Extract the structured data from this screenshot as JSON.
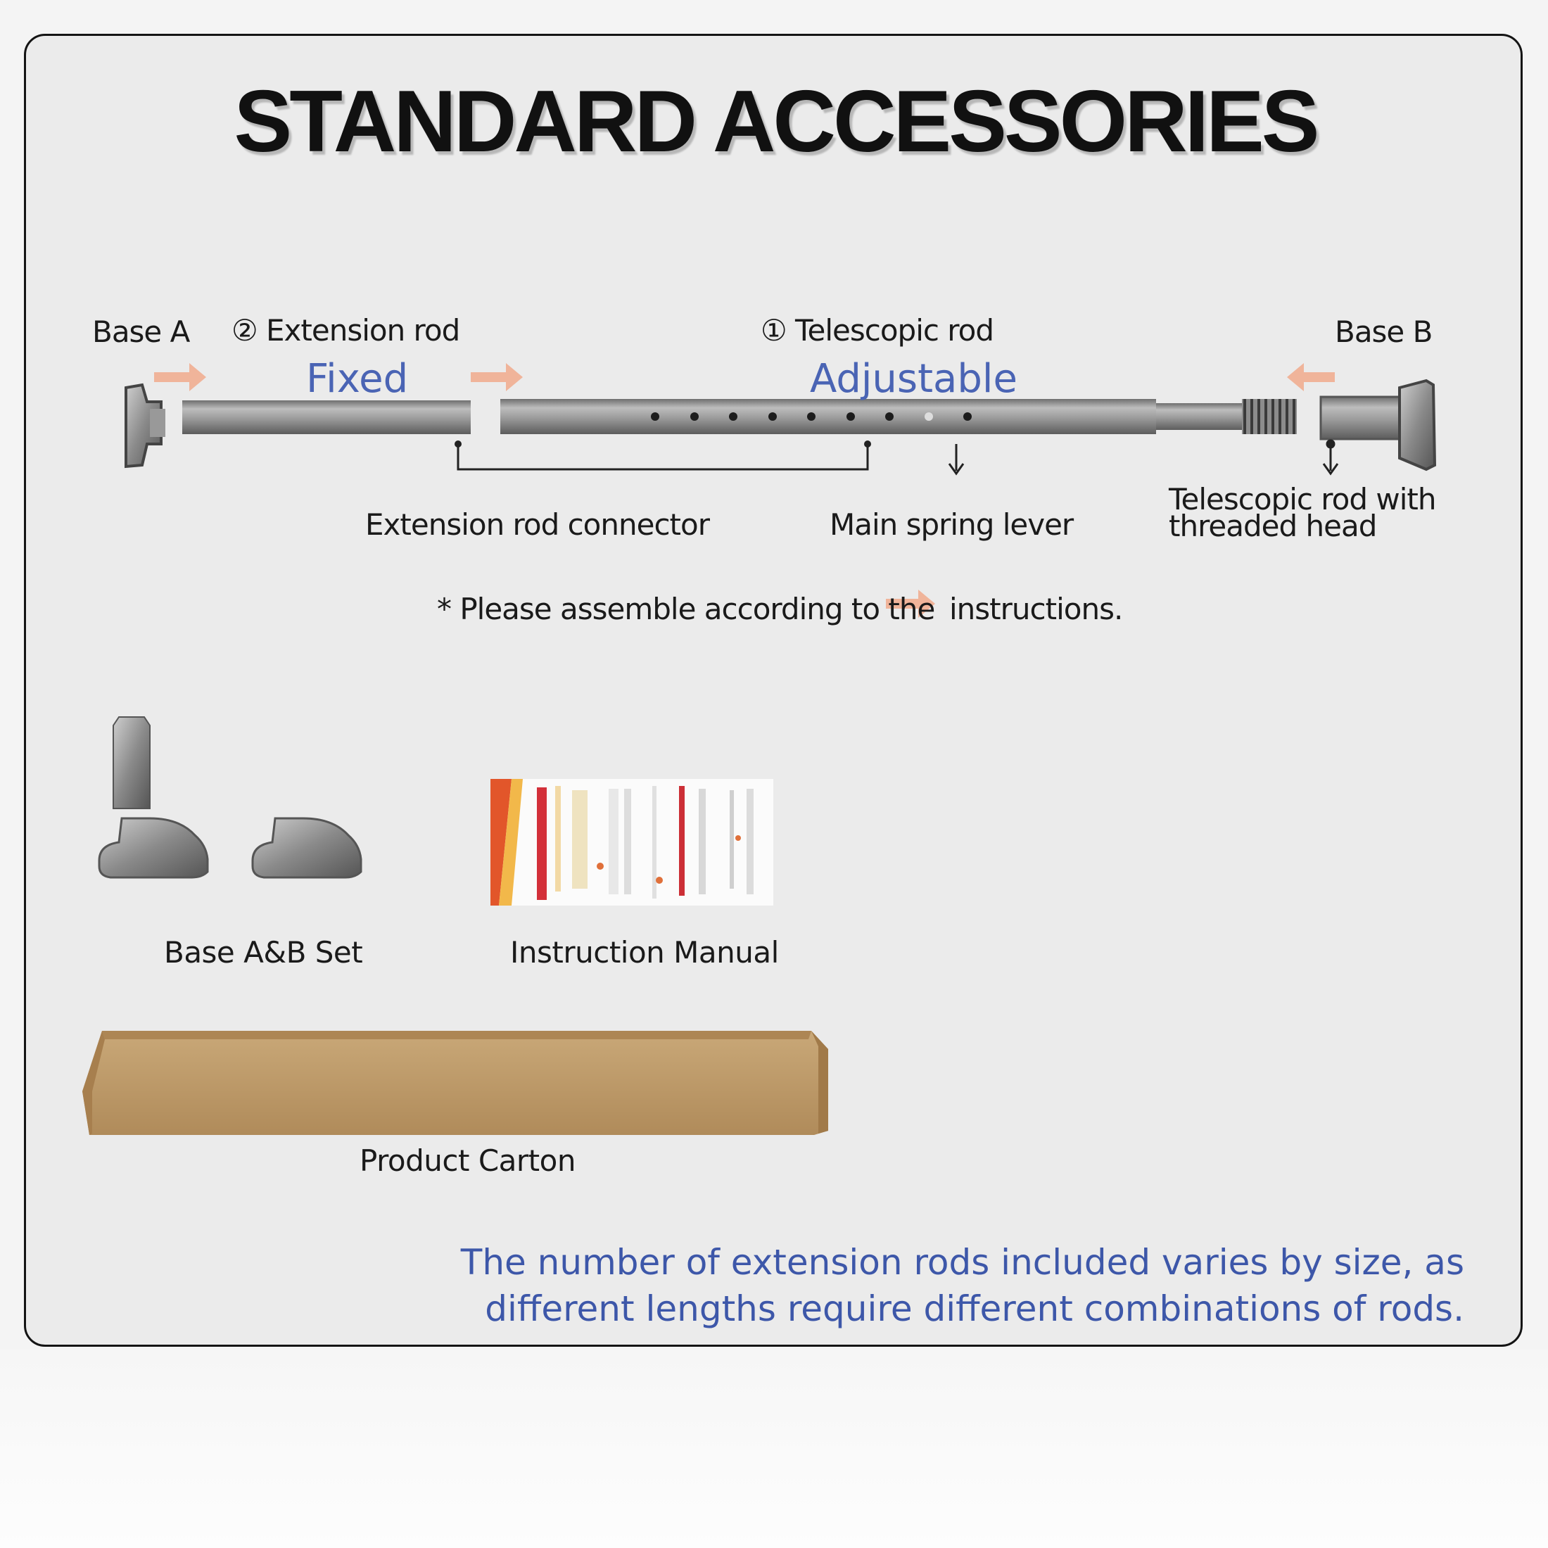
{
  "title": "STANDARD ACCESSORIES",
  "diagram": {
    "base_a": "Base  A",
    "base_b": "Base  B",
    "extension_rod": "② Extension rod",
    "telescopic_rod": "① Telescopic rod",
    "fixed": "Fixed",
    "adjustable": "Adjustable",
    "extension_rod_connector": "Extension rod connector",
    "main_spring_lever": "Main spring lever",
    "telescopic_threaded_line1": "Telescopic rod with",
    "telescopic_threaded_line2": "threaded head",
    "assemble_note_prefix": "* Please assemble according to the",
    "assemble_note_suffix": "instructions.",
    "arrow_color": "#f0b49a"
  },
  "accessories": {
    "base_set": "Base A&B Set",
    "manual": "Instruction Manual",
    "carton": "Product Carton"
  },
  "footer_note": {
    "line1": "The number of extension rods included varies by size, as",
    "line2": "different lengths require different combinations of rods."
  }
}
